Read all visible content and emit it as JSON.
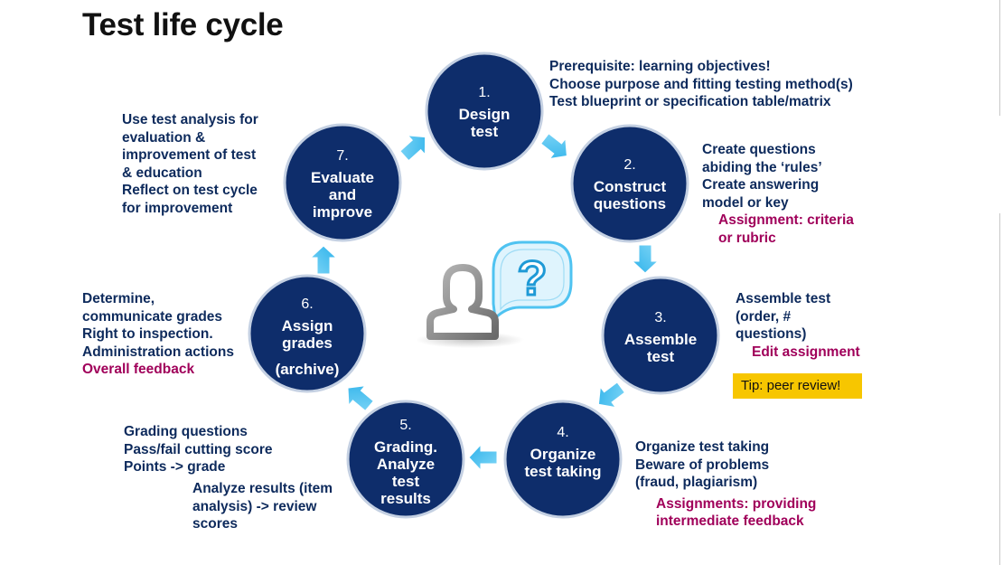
{
  "title": "Test life cycle",
  "steps": [
    {
      "num": "1.",
      "label": "Design test"
    },
    {
      "num": "2.",
      "label": "Construct questions"
    },
    {
      "num": "3.",
      "label": "Assemble test"
    },
    {
      "num": "4.",
      "label": "Organize test taking"
    },
    {
      "num": "5.",
      "label": "Grading. Analyze test results"
    },
    {
      "num": "6.",
      "label": "Assign grades",
      "sub": "(archive)"
    },
    {
      "num": "7.",
      "label": "Evaluate and improve"
    }
  ],
  "notes": {
    "step1": [
      "Prerequisite:  learning objectives!",
      "Choose purpose and fitting testing method(s)",
      "Test blueprint or specification table/matrix"
    ],
    "step2": [
      "Create questions",
      "abiding the ‘rules’",
      "Create answering",
      "model or key"
    ],
    "step2_assignment": [
      "Assignment: criteria",
      "or rubric"
    ],
    "step3": [
      "Assemble test",
      "(order, #",
      "questions)"
    ],
    "step3_assignment": "Edit assignment",
    "tip": "Tip: peer review!",
    "step4": [
      "Organize test taking",
      "Beware of problems",
      "(fraud, plagiarism)"
    ],
    "step4_assignment": [
      "Assignments: providing",
      "intermediate feedback"
    ],
    "step5a": [
      "Grading questions",
      "Pass/fail cutting score",
      "Points -> grade"
    ],
    "step5b": [
      "Analyze results (item",
      "analysis) -> review",
      "scores"
    ],
    "step6": [
      "Determine,",
      "communicate grades",
      "Right to inspection.",
      "Administration actions"
    ],
    "step6_accent": "Overall feedback",
    "step7": [
      "Use test analysis for",
      "evaluation &",
      "improvement of test",
      "& education",
      "Reflect on test cycle",
      "for improvement"
    ]
  },
  "colors": {
    "node_fill": "#0e2d6b",
    "node_border": "#c4d0e2",
    "arrow": "#4fc3f1",
    "accent": "#a0005a",
    "tip_bg": "#f7c600",
    "text": "#0d2a5c"
  },
  "icons": [
    "person-question-icon"
  ]
}
